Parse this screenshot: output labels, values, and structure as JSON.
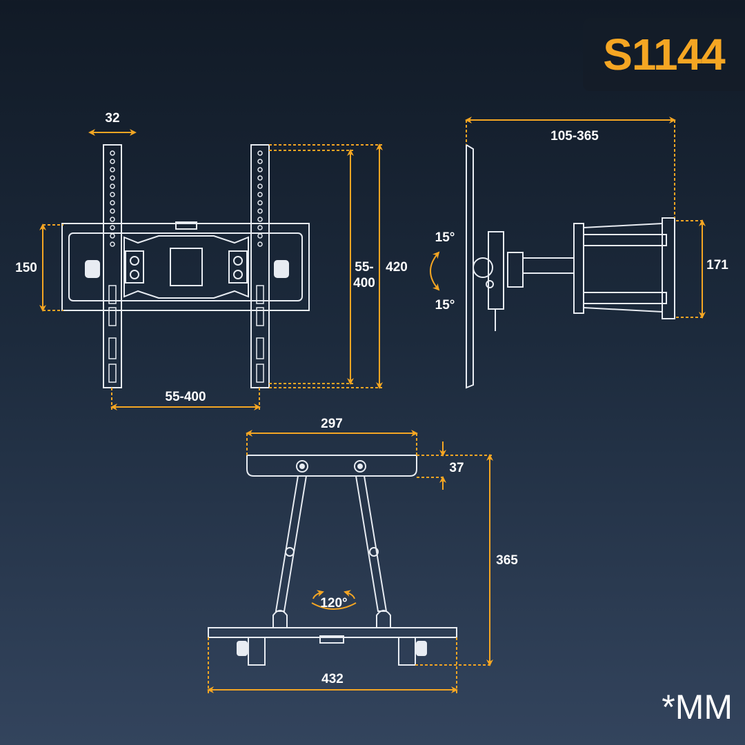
{
  "model": "S1144",
  "unit": "*MM",
  "colors": {
    "accent": "#f5a623",
    "background_top": "#111a26",
    "background_bottom": "#33445d",
    "line": "#e8ecf2",
    "text": "#ffffff"
  },
  "front_view": {
    "upright_width": "32",
    "bracket_height": "150",
    "hook_spacing": "55-400",
    "vertical_adjust_line1": "55-",
    "vertical_adjust_line2": "400",
    "upright_length": "420"
  },
  "side_view": {
    "extension": "105-365",
    "tilt_up": "15°",
    "tilt_down": "15°",
    "wall_plate_height": "171"
  },
  "top_view": {
    "arm_plate_width": "297",
    "plate_depth": "37",
    "arm_length": "365",
    "swivel": "120°",
    "wall_plate_width": "432"
  }
}
